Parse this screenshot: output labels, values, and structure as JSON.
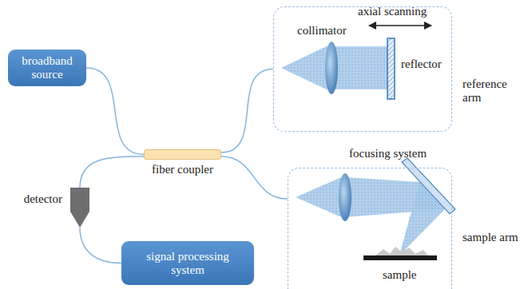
{
  "diagram": {
    "nodes": [
      {
        "text": [
          "broadband source"
        ]
      },
      {
        "text": [
          "reference arm"
        ]
      },
      {
        "text": [
          "fiber coupler"
        ]
      },
      {
        "text": [
          "detector"
        ]
      },
      {
        "text": [
          "sample arm"
        ]
      },
      {
        "text": [
          "signal processing system"
        ]
      }
    ],
    "edges": [
      {
        "from": 0,
        "to": 2,
        "arrow": "none"
      },
      {
        "from": 2,
        "to": 1,
        "arrow": "none"
      },
      {
        "from": 2,
        "to": 4,
        "arrow": "none"
      },
      {
        "from": 2,
        "to": 3,
        "arrow": "none"
      },
      {
        "from": 3,
        "to": 5,
        "arrow": "none"
      }
    ],
    "labels": [
      "collimator",
      "axial scanning",
      "reflector",
      "focusing system",
      "sample"
    ]
  }
}
